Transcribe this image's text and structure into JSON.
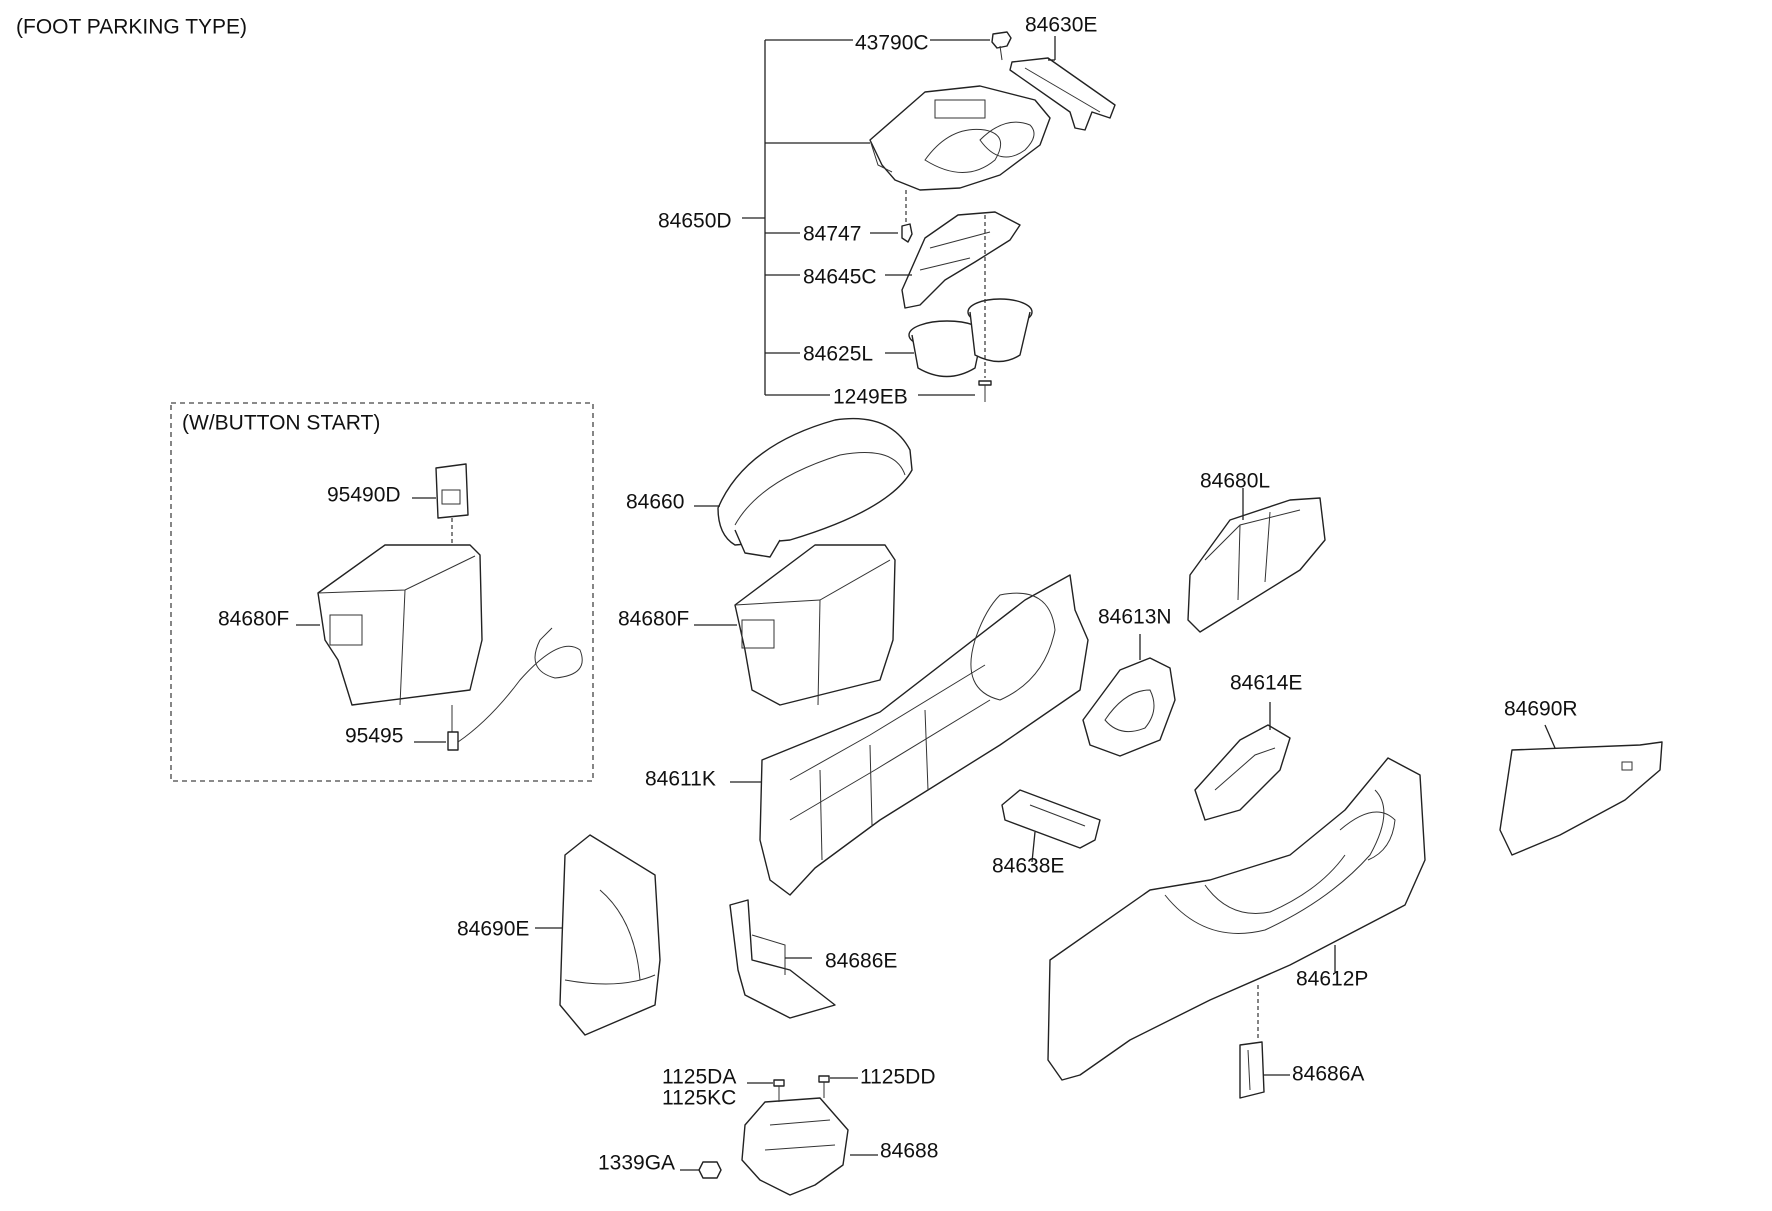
{
  "notes": {
    "variant": "(FOOT PARKING TYPE)",
    "option_box": "(W/BUTTON START)"
  },
  "labels": {
    "p43790C": "43790C",
    "p84630E": "84630E",
    "p84650D": "84650D",
    "p84747": "84747",
    "p84645C": "84645C",
    "p84625L": "84625L",
    "p1249EB": "1249EB",
    "p95490D": "95490D",
    "p84680F_opt": "84680F",
    "p95495": "95495",
    "p84660": "84660",
    "p84680F": "84680F",
    "p84680L": "84680L",
    "p84613N": "84613N",
    "p84614E": "84614E",
    "p84690R": "84690R",
    "p84611K": "84611K",
    "p84638E": "84638E",
    "p84690E": "84690E",
    "p84686E": "84686E",
    "p84612P": "84612P",
    "p1125DA": "1125DA",
    "p1125KC": "1125KC",
    "p1125DD": "1125DD",
    "p1339GA": "1339GA",
    "p84688": "84688",
    "p84686A": "84686A"
  }
}
